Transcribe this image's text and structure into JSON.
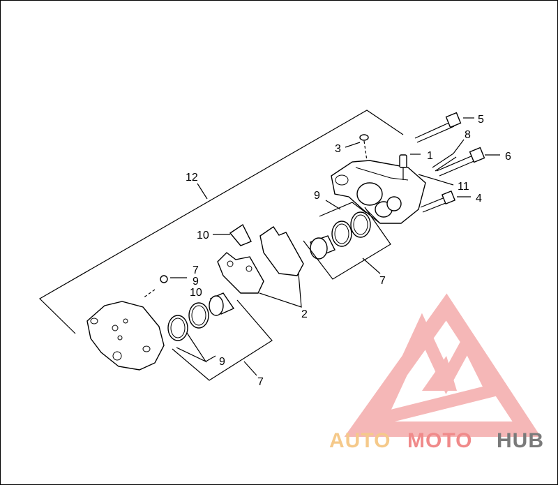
{
  "callouts": {
    "c1": "1",
    "c2": "2",
    "c3": "3",
    "c4": "4",
    "c5": "5",
    "c6": "6",
    "c7a": "7",
    "c7b": "7",
    "c7c": "7",
    "c8": "8",
    "c9a": "9",
    "c9b": "9",
    "c9c": "9",
    "c10a": "10",
    "c10b": "10",
    "c11": "11",
    "c12": "12"
  },
  "watermark": {
    "part1": "AUTO",
    "part2": "MOTO",
    "part3": "HUB",
    "color_auto": "#f5c98a",
    "color_moto": "#f08a8a",
    "color_hub": "#7a7a7a",
    "logo_color": "#f2a0a0"
  }
}
